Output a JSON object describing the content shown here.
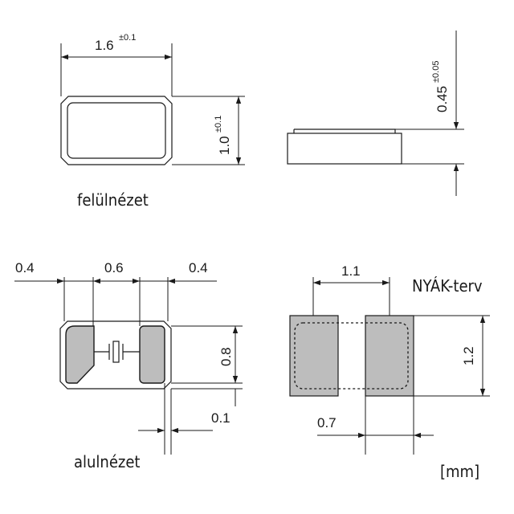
{
  "top_view": {
    "label": "felülnézet",
    "width_value": "1.6",
    "width_tol": "±0.1",
    "height_value": "1.0",
    "height_tol": "±0.1"
  },
  "side_view": {
    "thickness_value": "0.45",
    "thickness_tol": "±0.05"
  },
  "bottom_view": {
    "label": "alulnézet",
    "left_margin": "0.4",
    "gap": "0.6",
    "right_margin": "0.4",
    "pad_height": "0.8",
    "edge_offset": "0.1"
  },
  "pcb_view": {
    "label": "NYÁK-terv",
    "spacing": "1.1",
    "height": "1.2",
    "pad_width": "0.7"
  },
  "units": "[mm]"
}
